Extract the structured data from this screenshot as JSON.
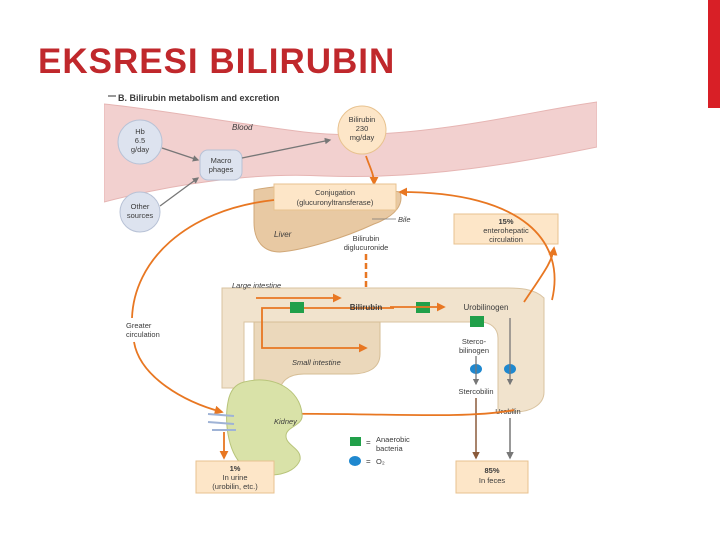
{
  "slide": {
    "title": "EKSRESI BILIRUBIN",
    "accent_color": "#d81f26",
    "title_color": "#c0282c"
  },
  "figure": {
    "heading": "B. Bilirubin metabolism and excretion",
    "blood": "Blood",
    "hb": [
      "Hb",
      "6.5",
      "g/day"
    ],
    "other_sources": [
      "Other",
      "sources"
    ],
    "macrophages": [
      "Macro",
      "phages"
    ],
    "bilirubin_blood": [
      "Bilirubin",
      "230",
      "mg/day"
    ],
    "conjugation": [
      "Conjugation",
      "(glucuronyltransferase)"
    ],
    "liver": "Liver",
    "bile": "Bile",
    "diglucuronide": [
      "Bilirubin",
      "diglucuronide"
    ],
    "enterohepatic": [
      "15%",
      "enterohepatic",
      "circulation"
    ],
    "large_intestine": "Large intestine",
    "bilirubin_gut": "Bilirubin",
    "urobilinogen": "Urobilinogen",
    "stercobilinogen": [
      "Sterco-",
      "bilinogen"
    ],
    "greater_circulation": [
      "Greater",
      "circulation"
    ],
    "small_intestine": "Small intestine",
    "stercobilin": "Stercobilin",
    "urobilin": "Urobilin",
    "kidney": "Kidney",
    "legend_bacteria": [
      "Anaerobic",
      "bacteria"
    ],
    "legend_o2": "O₂",
    "legend_eq": "=",
    "urine": [
      "1%",
      "In urine",
      "(urobilin, etc.)"
    ],
    "feces": [
      "85%",
      "In feces"
    ]
  },
  "colors": {
    "arrow": "#e87722",
    "blood_vessel": "#f2d0cf",
    "liver": "#e8c9a3",
    "intestine": "#f1e3cd",
    "box_peach": "#fde6c8",
    "box_blue": "#dde3ef",
    "bacteria": "#21a04a",
    "oxygen": "#1f88cf",
    "feces_arrow": "#8a5a3a"
  }
}
